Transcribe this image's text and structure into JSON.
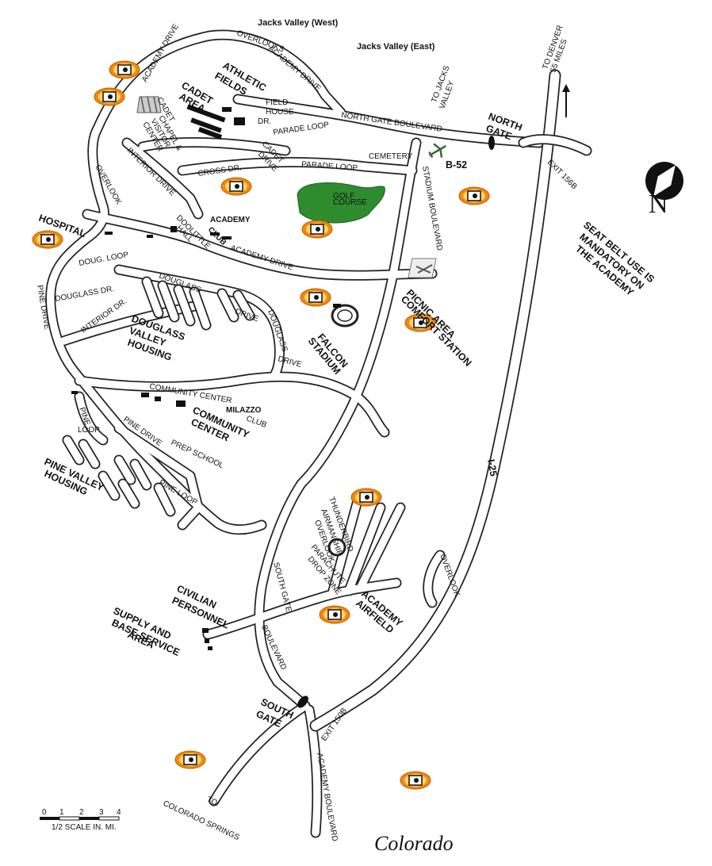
{
  "header": {
    "west": "Jacks Valley (West)",
    "east": "Jacks Valley (East)"
  },
  "footer": {
    "state": "Colorado",
    "scale_caption": "1/2 SCALE IN. MI.",
    "scale_ticks": [
      "0",
      "1",
      "2",
      "3",
      "4"
    ]
  },
  "directions": {
    "denver": [
      "TO DENVER",
      "55 MILES"
    ],
    "jacks": [
      "TO JACKS",
      "VALLEY"
    ],
    "springs": [
      "TO",
      "COLORADO SPRINGS"
    ]
  },
  "notice": [
    "SEAT BELT USE IS",
    "MANDATORY ON",
    "THE ACADEMY"
  ],
  "compass": {
    "letter": "N"
  },
  "colors": {
    "park": "#2e8b2e",
    "icon": "#f08a10",
    "road_outline": "#222222"
  },
  "icon": {
    "name": "camera-icon",
    "count": 12
  },
  "roads": {
    "academy_drive": "ACADEMY DRIVE",
    "overlooks": "OVERLOOKS",
    "north_gate_blvd": "NORTH GATE BOULEVARD",
    "parade_loop": "PARADE LOOP",
    "cadet_drive": [
      "CADET",
      "DRIVE"
    ],
    "field_house_dr": [
      "FIELD",
      "HOUSE",
      "DR."
    ],
    "cross_dr": "CROSS DR.",
    "interior_drive": "INTERIOR DRIVE",
    "overlook": "OVERLOOK",
    "stadium_blvd": "STADIUM BOULEVARD",
    "doug_loop": "DOUG. LOOP",
    "douglass_dr": "DOUGLASS DR.",
    "interior_dr": "INTERIOR DR.",
    "pine_drive": "PINE DRIVE",
    "douglass": "DOUGLASS",
    "drive": "DRIVE",
    "douglass_drive_v": "DOUGLASS",
    "community_center_rd": "COMMUNITY CENTER",
    "pine_loop": [
      "PINE",
      "LOOP"
    ],
    "prep_school": "PREP SCHOOL",
    "pine_loop2": "PINE LOOP",
    "south_gate": "SOUTH GATE",
    "boulevard": "BOULEVARD",
    "exit_156b": "EXIT 156B",
    "exit_150b": "EXIT 150B",
    "academy_boulevard": "ACADEMY BOULEVARD",
    "i25": "I-25"
  },
  "places": {
    "athletic_fields": [
      "ATHLETIC",
      "FIELDS"
    ],
    "cadet_area": [
      "CADET",
      "AREA"
    ],
    "cadet_chapel": "CADET",
    "chapel_visitor": [
      "CHAPEL &",
      "VISITOR",
      "CENTER"
    ],
    "cemetery": "CEMETERY",
    "b52": "B-52",
    "north_gate": [
      "NORTH",
      "GATE"
    ],
    "hospital": "HOSPITAL",
    "academy_club": [
      "ACADEMY",
      "CLUB"
    ],
    "doolittle_hall": [
      "DOOLITTLE",
      "HALL"
    ],
    "douglass_valley_housing": [
      "DOUGLASS",
      "VALLEY",
      "HOUSING"
    ],
    "falcon_stadium": [
      "FALCON",
      "STADIUM"
    ],
    "picnic_area": [
      "PICNIC AREA",
      "COMFORT STATION"
    ],
    "milazzo_club": [
      "MILAZZO",
      "CLUB"
    ],
    "community_center": [
      "COMMUNITY",
      "CENTER"
    ],
    "pine_valley_housing": [
      "PINE VALLEY",
      "HOUSING"
    ],
    "thunderbird": [
      "THUNDERBIRD",
      "AIRMANSHIP",
      "OVERLOOK"
    ],
    "parachute": [
      "PARACHUTE",
      "DROP ZONE"
    ],
    "academy_airfield": [
      "ACADEMY",
      "AIRFIELD"
    ],
    "civilian_personnel": [
      "CIVILIAN",
      "PERSONNEL"
    ],
    "supply_area": [
      "SUPPLY AND",
      "BASE SERVICE",
      "AREA"
    ],
    "south_gate": [
      "SOUTH",
      "GATE"
    ],
    "golf": [
      "GOLF",
      "COURSE"
    ]
  }
}
